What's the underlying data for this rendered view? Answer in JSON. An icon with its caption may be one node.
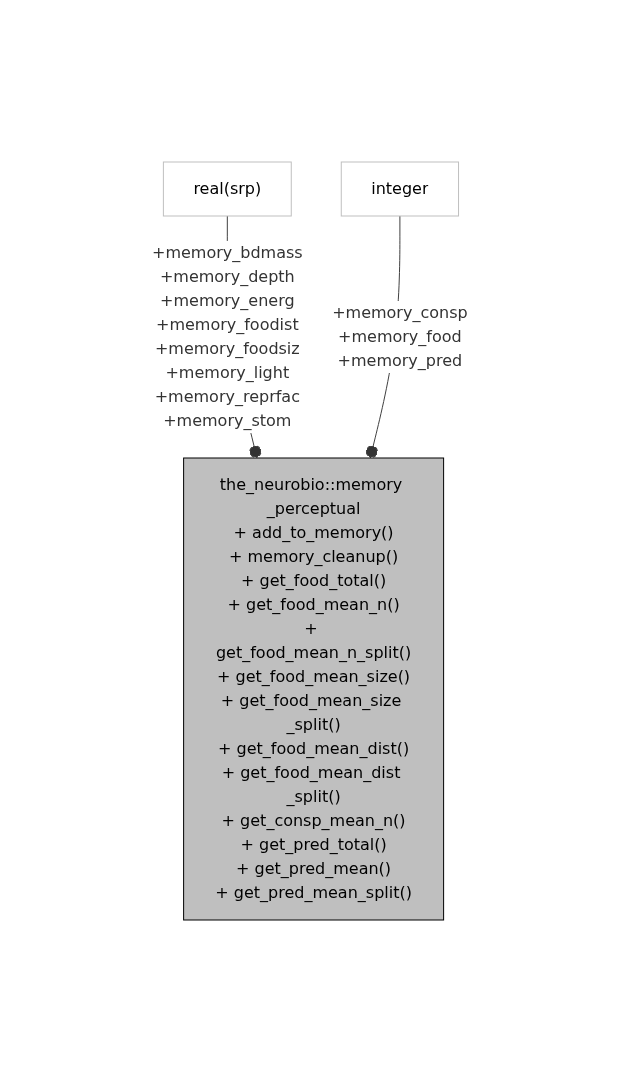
{
  "diagram": {
    "nodes": [
      {
        "text": [
          "real(srp)"
        ]
      },
      {
        "text": [
          "integer"
        ]
      },
      {
        "text": [
          "the_neurobio::memory _perceptual",
          "+ add_to_memory()",
          "+ memory_cleanup()",
          "+ get_food_total()",
          "+ get_food_mean_n()",
          "+ get_food_mean_n_split()",
          "+ get_food_mean_size()",
          "+ get_food_mean_size _split()",
          "+ get_food_mean_dist()",
          "+ get_food_mean_dist _split()",
          "+ get_consp_mean_n()",
          "+ get_pred_total()",
          "+ get_pred_mean()",
          "+ get_pred_mean_split()"
        ]
      }
    ],
    "edges": [
      {
        "from": 0,
        "to": 2,
        "arrow": "other",
        "label": "+memory_bdmass +memory_depth +memory_energ +memory_foodist +memory_foodsiz +memory_light +memory_reprfac +memory_stom"
      },
      {
        "from": 1,
        "to": 2,
        "arrow": "other",
        "label": "+memory_consp +memory_food +memory_pred"
      }
    ]
  }
}
